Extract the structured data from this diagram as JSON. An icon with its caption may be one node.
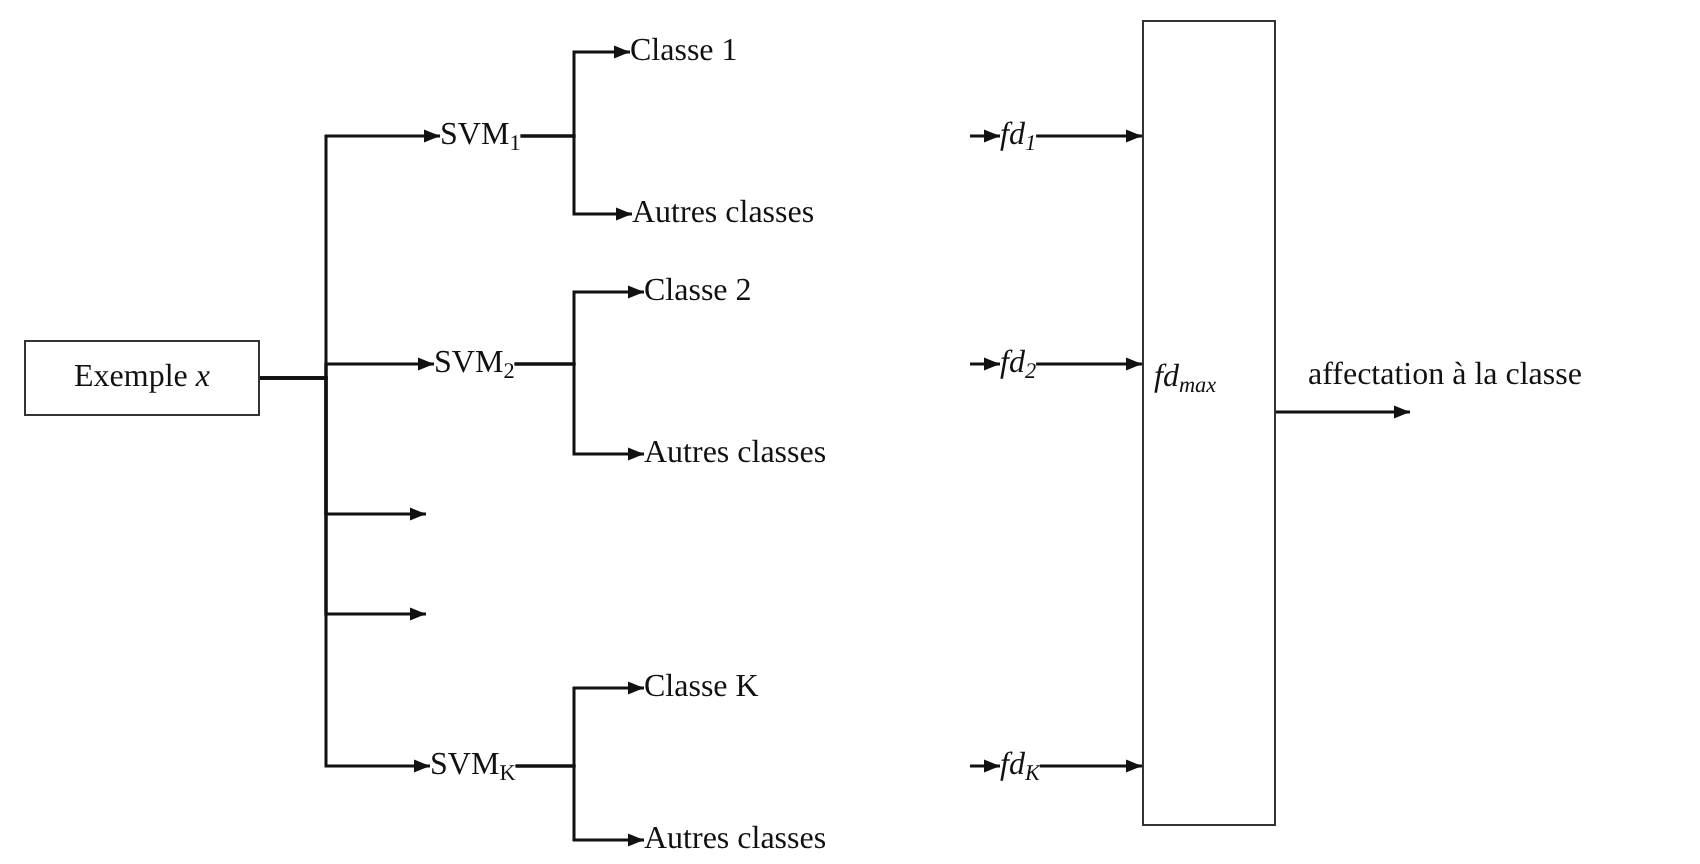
{
  "diagram": {
    "nodes": [
      {
        "text": [
          "Exemple *x*"
        ]
      },
      {
        "text": [
          "SVM$_{1}$"
        ]
      },
      {
        "text": [
          "Classe 1"
        ]
      },
      {
        "text": [
          "Autres classes"
        ]
      },
      {
        "text": [
          "SVM$_{2}$"
        ]
      },
      {
        "text": [
          "Classe 2"
        ]
      },
      {
        "text": [
          "Autres classes"
        ]
      },
      {
        "text": [
          "SVM$_{K}$"
        ]
      },
      {
        "text": [
          "Classe K"
        ]
      },
      {
        "text": [
          "Autres classes"
        ]
      },
      {
        "text": [
          "fd$_{1}$"
        ]
      },
      {
        "text": [
          "fd$_{2}$"
        ]
      },
      {
        "text": [
          "fd$_{K}$"
        ]
      },
      {
        "text": [
          "fd$_{max}$"
        ]
      }
    ],
    "edges": [
      {
        "from": 0,
        "to": 1,
        "arrow": "to"
      },
      {
        "from": 0,
        "to": 4,
        "arrow": "to"
      },
      {
        "from": 0,
        "to": null,
        "arrow": "to"
      },
      {
        "from": 0,
        "to": null,
        "arrow": "to"
      },
      {
        "from": 0,
        "to": 7,
        "arrow": "to"
      },
      {
        "from": 1,
        "to": 2,
        "arrow": "to"
      },
      {
        "from": 1,
        "to": 3,
        "arrow": "to"
      },
      {
        "from": 4,
        "to": 5,
        "arrow": "to"
      },
      {
        "from": 4,
        "to": 6,
        "arrow": "to"
      },
      {
        "from": 7,
        "to": 8,
        "arrow": "to"
      },
      {
        "from": 7,
        "to": 9,
        "arrow": "to"
      },
      {
        "from": null,
        "to": 10,
        "arrow": "to"
      },
      {
        "from": null,
        "to": 11,
        "arrow": "to"
      },
      {
        "from": null,
        "to": 12,
        "arrow": "to"
      },
      {
        "from": 10,
        "to": 13,
        "arrow": "to"
      },
      {
        "from": 11,
        "to": 13,
        "arrow": "to"
      },
      {
        "from": 12,
        "to": 13,
        "arrow": "to"
      },
      {
        "from": 13,
        "to": null,
        "arrow": "to",
        "label": "affectation à la classe"
      }
    ]
  }
}
